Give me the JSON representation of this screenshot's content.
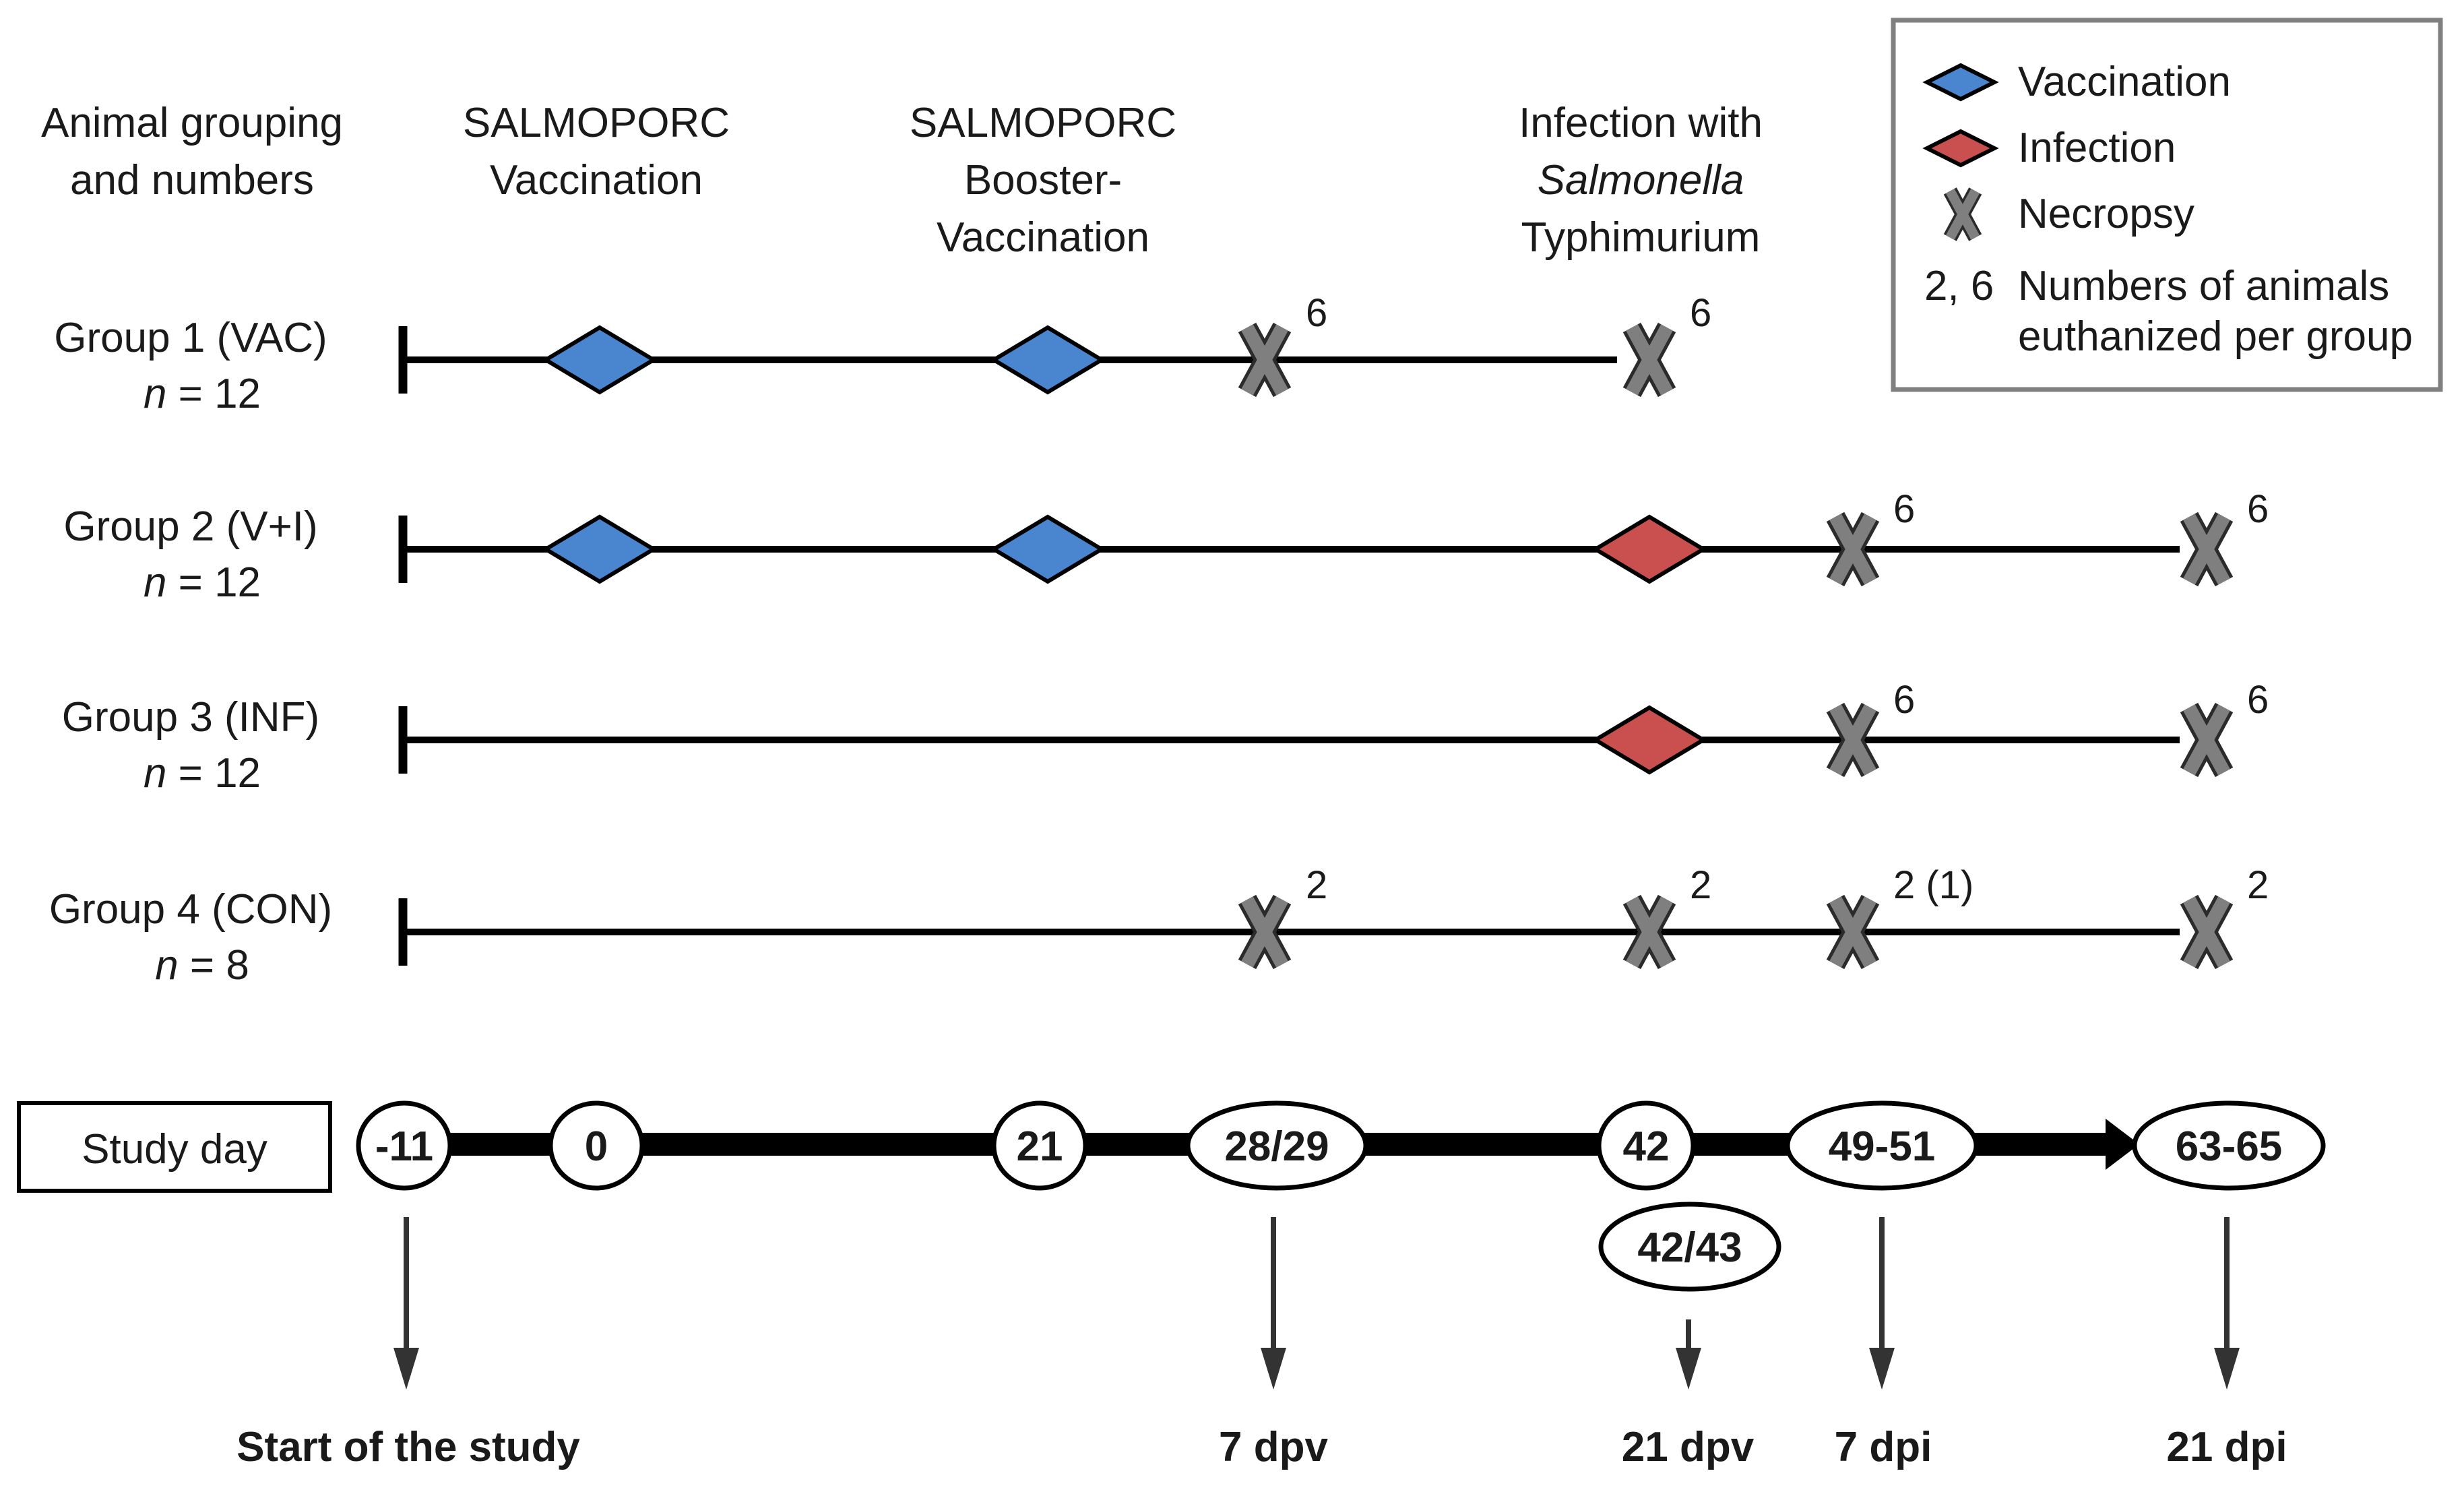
{
  "headers": {
    "grouping": [
      "Animal grouping",
      "and numbers"
    ],
    "vaccination": [
      "SALMOPORC",
      "Vaccination"
    ],
    "booster": [
      "SALMOPORC",
      "Booster-",
      "Vaccination"
    ],
    "infection_line1": "Infection with",
    "infection_line2_italic": "Salmonella",
    "infection_line3": "Typhimurium"
  },
  "legend": {
    "vaccination": "Vaccination",
    "infection": "Infection",
    "necropsy": "Necropsy",
    "numbers_key": "2, 6",
    "numbers_line1": "Numbers of animals",
    "numbers_line2": "euthanized per group"
  },
  "groups": [
    {
      "label": "Group 1 (VAC)",
      "n_prefix": "n",
      "n_suffix": " = 12",
      "vaccinations_day": [
        0,
        21
      ],
      "infections_day": [],
      "necropsies": [
        {
          "day": "28/29",
          "count": "6"
        },
        {
          "day": "42",
          "count": "6"
        }
      ]
    },
    {
      "label": "Group 2 (V+I)",
      "n_prefix": "n",
      "n_suffix": " = 12",
      "vaccinations_day": [
        0,
        21
      ],
      "infections_day": [
        42
      ],
      "necropsies": [
        {
          "day": "49-51",
          "count": "6"
        },
        {
          "day": "63-65",
          "count": "6"
        }
      ]
    },
    {
      "label": "Group 3 (INF)",
      "n_prefix": "n",
      "n_suffix": " = 12",
      "vaccinations_day": [],
      "infections_day": [
        42
      ],
      "necropsies": [
        {
          "day": "49-51",
          "count": "6"
        },
        {
          "day": "63-65",
          "count": "6"
        }
      ]
    },
    {
      "label": "Group 4 (CON)",
      "n_prefix": "n",
      "n_suffix": " = 8",
      "vaccinations_day": [],
      "infections_day": [],
      "necropsies": [
        {
          "day": "28/29",
          "count": "2"
        },
        {
          "day": "42",
          "count": "2"
        },
        {
          "day": "49-51",
          "count": "2 (1)"
        },
        {
          "day": "63-65",
          "count": "2"
        }
      ]
    }
  ],
  "timeline": {
    "label": "Study day",
    "days": [
      "-11",
      "0",
      "21",
      "28/29",
      "42",
      "42/43",
      "49-51",
      "63-65"
    ],
    "milestones": [
      "Start of the study",
      "7 dpv",
      "21 dpv",
      "7 dpi",
      "21 dpi"
    ]
  },
  "colors": {
    "vaccination": "#4a86d0",
    "infection": "#c9504e",
    "necropsy": "#7f7f7f",
    "line": "#000000",
    "arrow": "#333333",
    "legend_border": "#808080"
  }
}
